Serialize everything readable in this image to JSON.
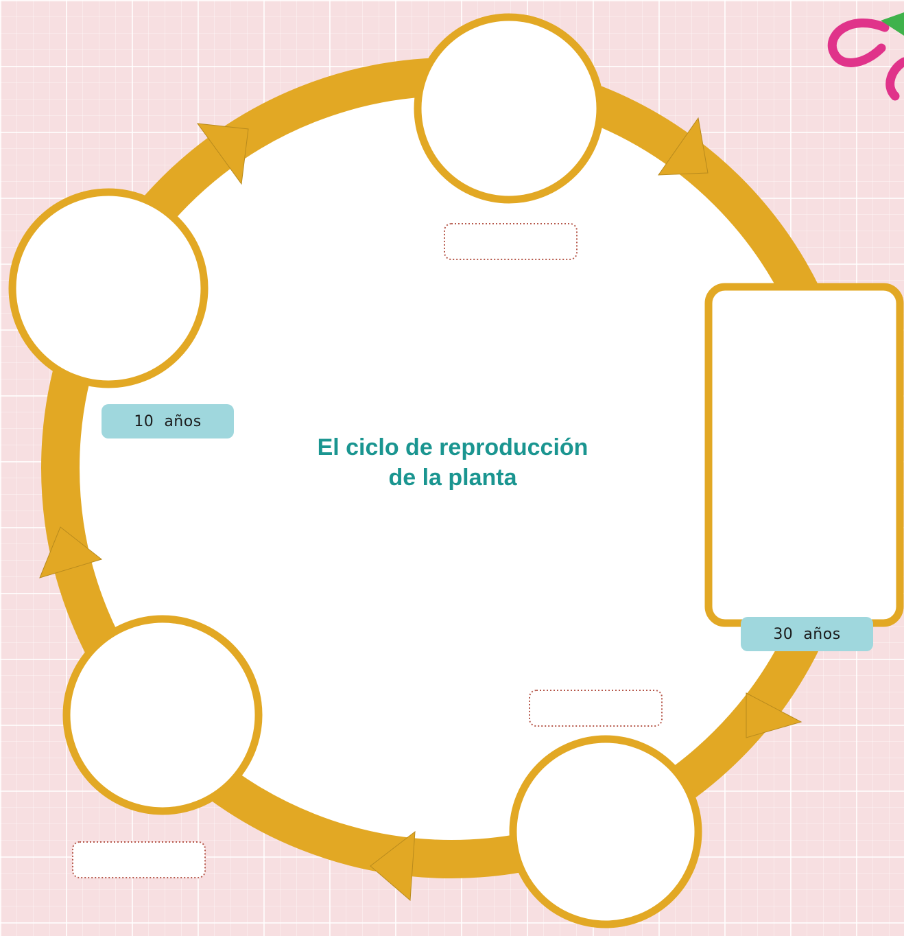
{
  "diagram": {
    "title_line1": "El ciclo de reproducción",
    "title_line2": "de la planta",
    "badges": [
      {
        "age": "10",
        "unit": "años"
      },
      {
        "age": "30",
        "unit": "años"
      }
    ]
  },
  "colors": {
    "ring": "#e2a824",
    "background": "#f7dfe1",
    "title": "#1a9590",
    "badge": "#9fd7dd",
    "dotted_border": "#b5574a",
    "clip": "#e0338a",
    "clip_accent": "#3fb24b"
  }
}
